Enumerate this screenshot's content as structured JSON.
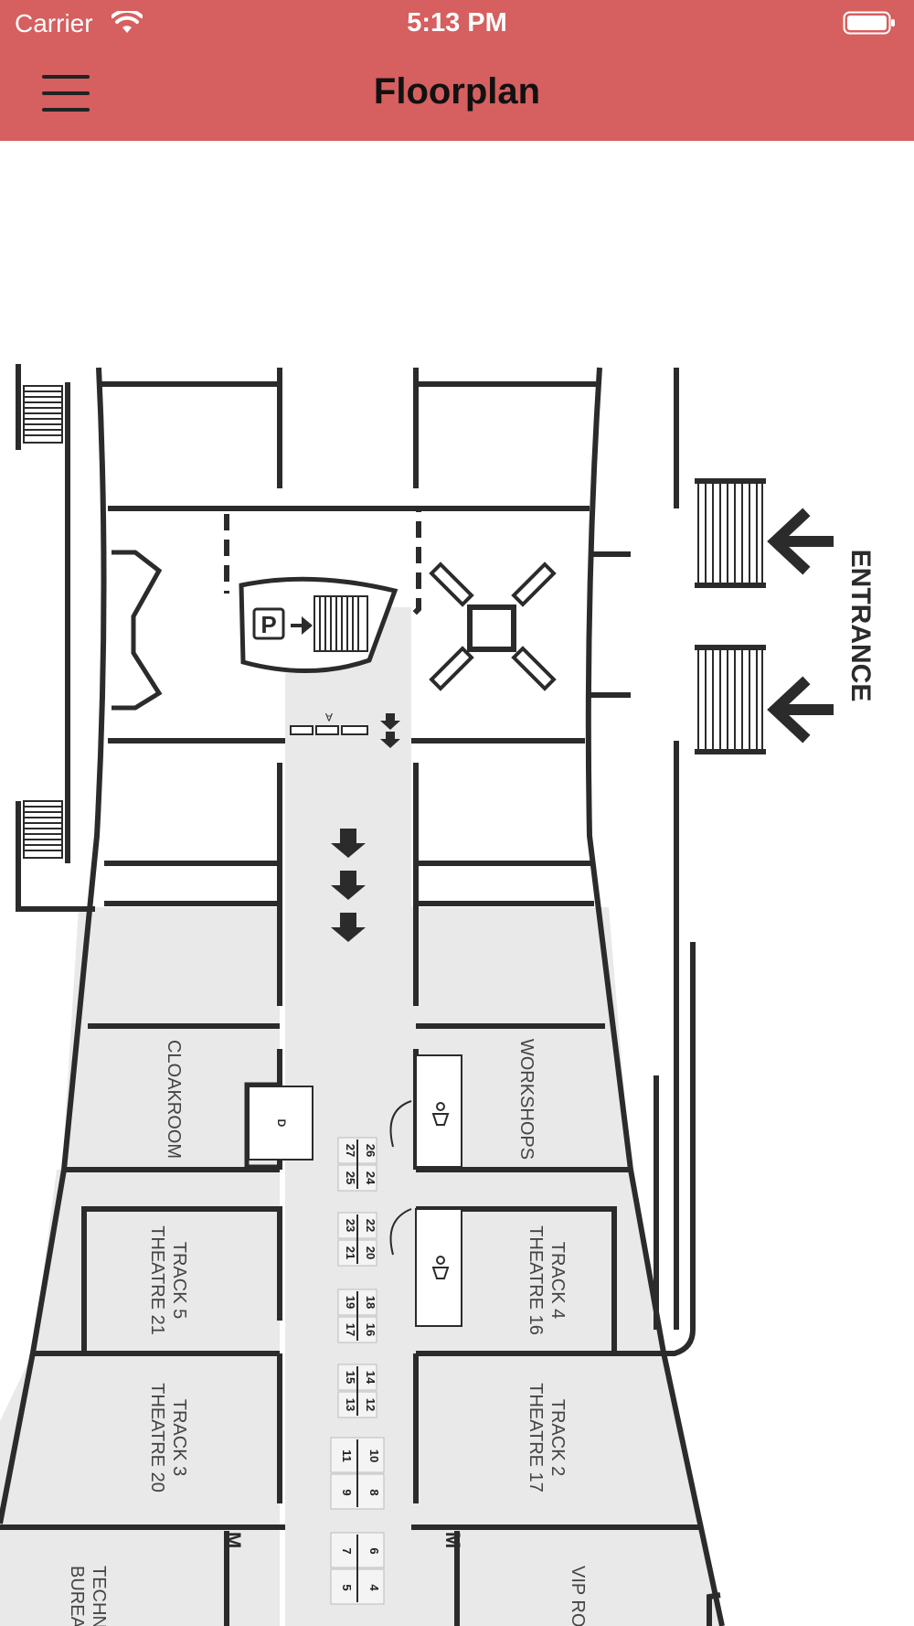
{
  "status_bar": {
    "carrier": "Carrier",
    "time": "5:13 PM",
    "wifi_icon": "wifi-icon",
    "battery_icon": "battery-icon"
  },
  "nav_bar": {
    "title": "Floorplan",
    "menu_icon": "hamburger-menu-icon",
    "background_color": "#d65f5f"
  },
  "floorplan": {
    "entrance_label": "ENTRANCE",
    "parking_label": "P",
    "kiosk_a_label": "A",
    "booth_d_label": "D",
    "rooms": {
      "cloakroom": "CLOAKROOM",
      "workshops": "WORKSHOPS",
      "track5_line1": "TRACK 5",
      "track5_line2": "THEATRE 21",
      "track4_line1": "TRACK 4",
      "track4_line2": "THEATRE 16",
      "track3_line1": "TRACK 3",
      "track3_line2": "THEATRE 20",
      "track2_line1": "TRACK 2",
      "track2_line2": "THEATRE 17",
      "technical_line1": "TECHNI",
      "technical_line2": "BUREA",
      "vip_room": "VIP RO"
    },
    "booth_numbers": [
      "27",
      "26",
      "25",
      "24",
      "23",
      "22",
      "21",
      "20",
      "19",
      "18",
      "17",
      "16",
      "15",
      "14",
      "13",
      "12",
      "11",
      "10",
      "9",
      "8",
      "7",
      "6",
      "5",
      "4"
    ],
    "lift_label_left": "M",
    "lift_label_right": "M"
  }
}
